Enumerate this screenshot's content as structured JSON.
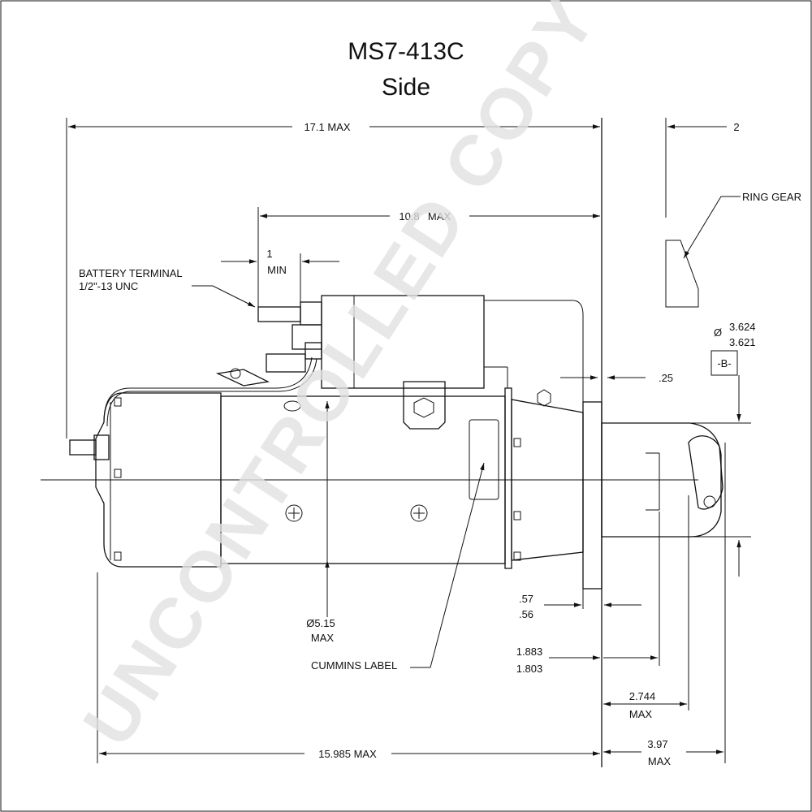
{
  "title": "MS7-413C",
  "subtitle": "Side",
  "watermark": "UNCONTROLLED COPY",
  "labels": {
    "battery_terminal_1": "BATTERY TERMINAL",
    "battery_terminal_2": "1/2\"-13 UNC",
    "ring_gear": "RING GEAR",
    "cummins_label": "CUMMINS LABEL",
    "datum_b": "-B-",
    "phi": "Ø"
  },
  "dimensions": {
    "overall_length": "17.1 MAX",
    "solenoid_length_val": "10.8",
    "solenoid_length_max": "MAX",
    "min_gap_val": "1",
    "min_gap_label": "MIN",
    "ring_gear_gap": "2",
    "flange_offset": ".25",
    "pilot_dia_max": "3.624",
    "pilot_dia_min": "3.621",
    "body_dia_1": "Ø5.15",
    "body_dia_2": "MAX",
    "flange_thk_max": ".57",
    "flange_thk_min": ".56",
    "pinion_pos_max": "1.883",
    "pinion_pos_min": "1.803",
    "nose_len_val": "2.744",
    "nose_len_max": "MAX",
    "pinion_len_val": "3.97",
    "pinion_len_max": "MAX",
    "body_length": "15.985 MAX"
  }
}
